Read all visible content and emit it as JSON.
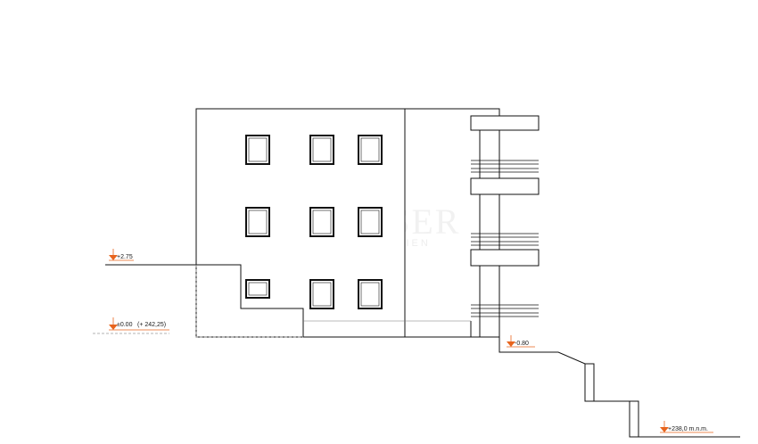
{
  "watermark": {
    "title": "KAISER",
    "subtitle": "IMMOBILIEN"
  },
  "levels": [
    {
      "id": "plus-275",
      "label": "+2.75"
    },
    {
      "id": "zero",
      "label": "±0.00",
      "note": "(+ 242,25)"
    },
    {
      "id": "minus-080",
      "label": "-0.80"
    },
    {
      "id": "ground",
      "label": "+238,0 m.n.m."
    }
  ],
  "colors": {
    "line": "#111111",
    "marker": "#e8651e",
    "dashed": "#9a9a9a"
  }
}
